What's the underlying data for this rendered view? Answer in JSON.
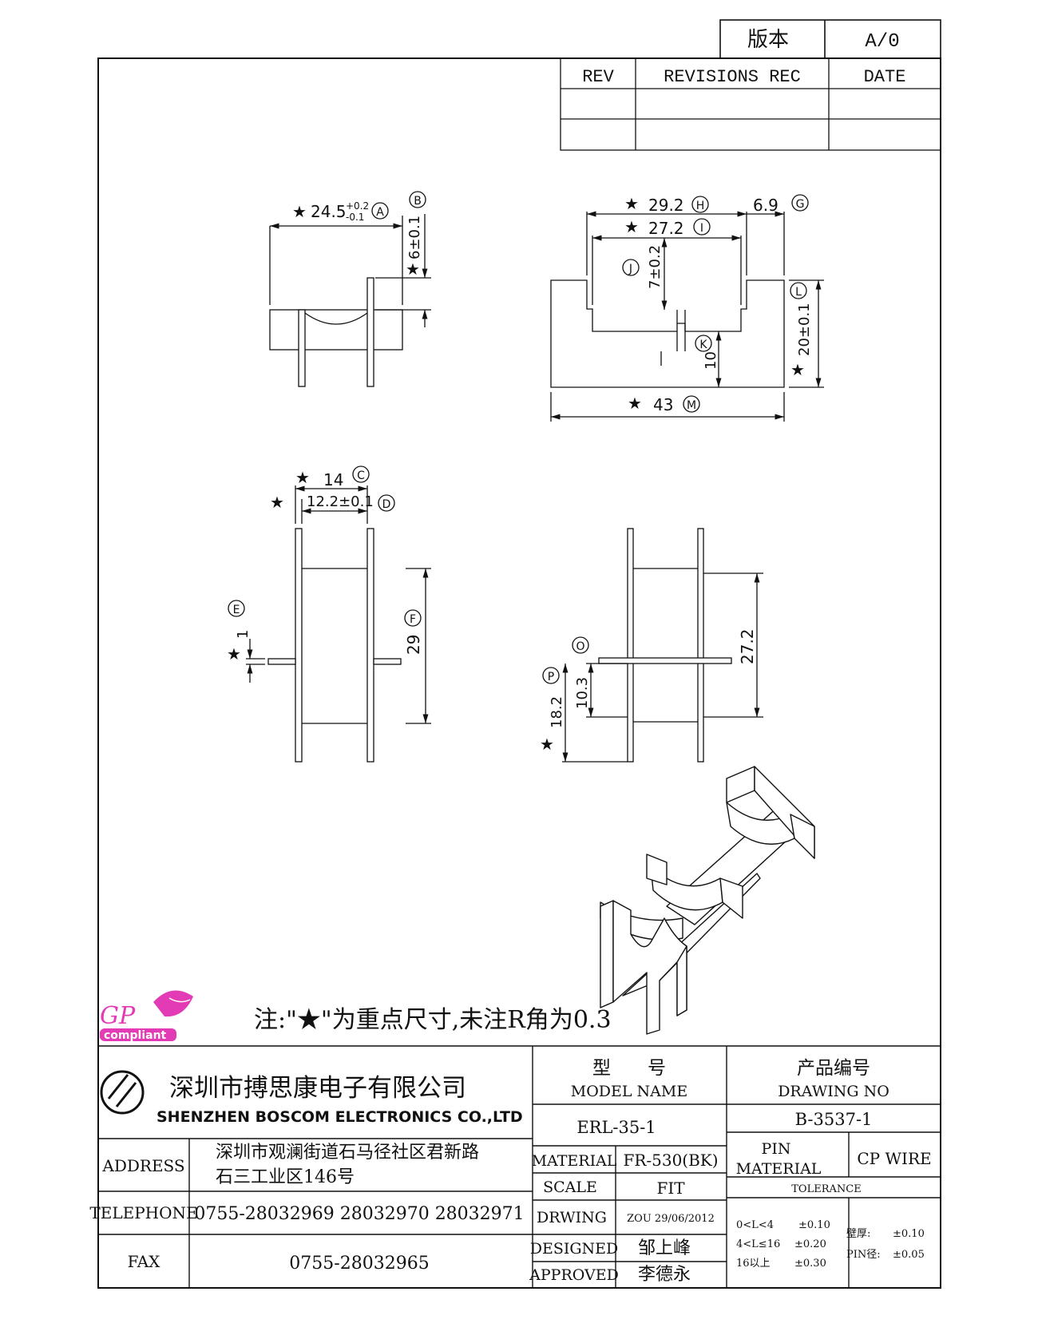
{
  "version_box": {
    "label": "版本",
    "value": "A/0"
  },
  "revisions": {
    "col_rev": "REV",
    "col_rec": "REVISIONS REC",
    "col_date": "DATE"
  },
  "dims": {
    "A": "24.5",
    "A_tol_plus": "+0.2",
    "A_tol_minus": "-0.1",
    "A_tag": "A",
    "B": "6±0.1",
    "B_tag": "B",
    "H": "29.2",
    "H_tag": "H",
    "I": "27.2",
    "I_tag": "I",
    "G": "6.9",
    "G_tag": "G",
    "J": "7±0.2",
    "J_tag": "J",
    "K": "10",
    "K_tag": "K",
    "L": "20±0.1",
    "L_tag": "L",
    "M": "43",
    "M_tag": "M",
    "C": "14",
    "C_tag": "C",
    "D": "12.2±0.1",
    "D_tag": "D",
    "E": "1",
    "E_tag": "E",
    "F": "29",
    "F_tag": "F",
    "front_height": "27.2",
    "O": "10.3",
    "O_tag": "O",
    "P": "18.2",
    "P_tag": "P",
    "star": "★"
  },
  "note": "注:\"★\"为重点尺寸,未注R角为0.3",
  "logo": {
    "gp": "GP",
    "compliant": "compliant"
  },
  "company": {
    "name_cn": "深圳市搏思康电子有限公司",
    "name_en": "SHENZHEN BOSCOM ELECTRONICS CO.,LTD"
  },
  "address": {
    "label": "ADDRESS",
    "line1": "深圳市观澜街道石马径社区君新路",
    "line2": "石三工业区146号"
  },
  "telephone": {
    "label": "TELEPHONE",
    "value": "0755-28032969 28032970 28032971"
  },
  "fax": {
    "label": "FAX",
    "value": "0755-28032965"
  },
  "model": {
    "label_cn": "型　　号",
    "label_en": "MODEL NAME",
    "value": "ERL-35-1"
  },
  "drawing": {
    "label_cn": "产品编号",
    "label_en": "DRAWING NO",
    "value": "B-3537-1"
  },
  "material": {
    "label": "MATERIAL",
    "value": "FR-530(BK)"
  },
  "scale": {
    "label": "SCALE",
    "value": "FIT"
  },
  "drwing": {
    "label": "DRWING",
    "value": "ZOU 29/06/2012"
  },
  "designed": {
    "label": "DESIGNED",
    "value": "邹上峰"
  },
  "approved": {
    "label": "APPROVED",
    "value": "李德永"
  },
  "pin_material": {
    "label1": "PIN",
    "label2": "MATERIAL",
    "value": "CP WIRE"
  },
  "tolerance": {
    "title": "TOLERANCE",
    "r1_range": "0<L<4",
    "r1_val": "±0.10",
    "r2_range": "4<L≤16",
    "r2_val": "±0.20",
    "r3_range": "16以上",
    "r3_val": "±0.30",
    "wall_label": "壁厚:",
    "wall_val": "±0.10",
    "pin_label": "PIN径:",
    "pin_val": "±0.05"
  }
}
